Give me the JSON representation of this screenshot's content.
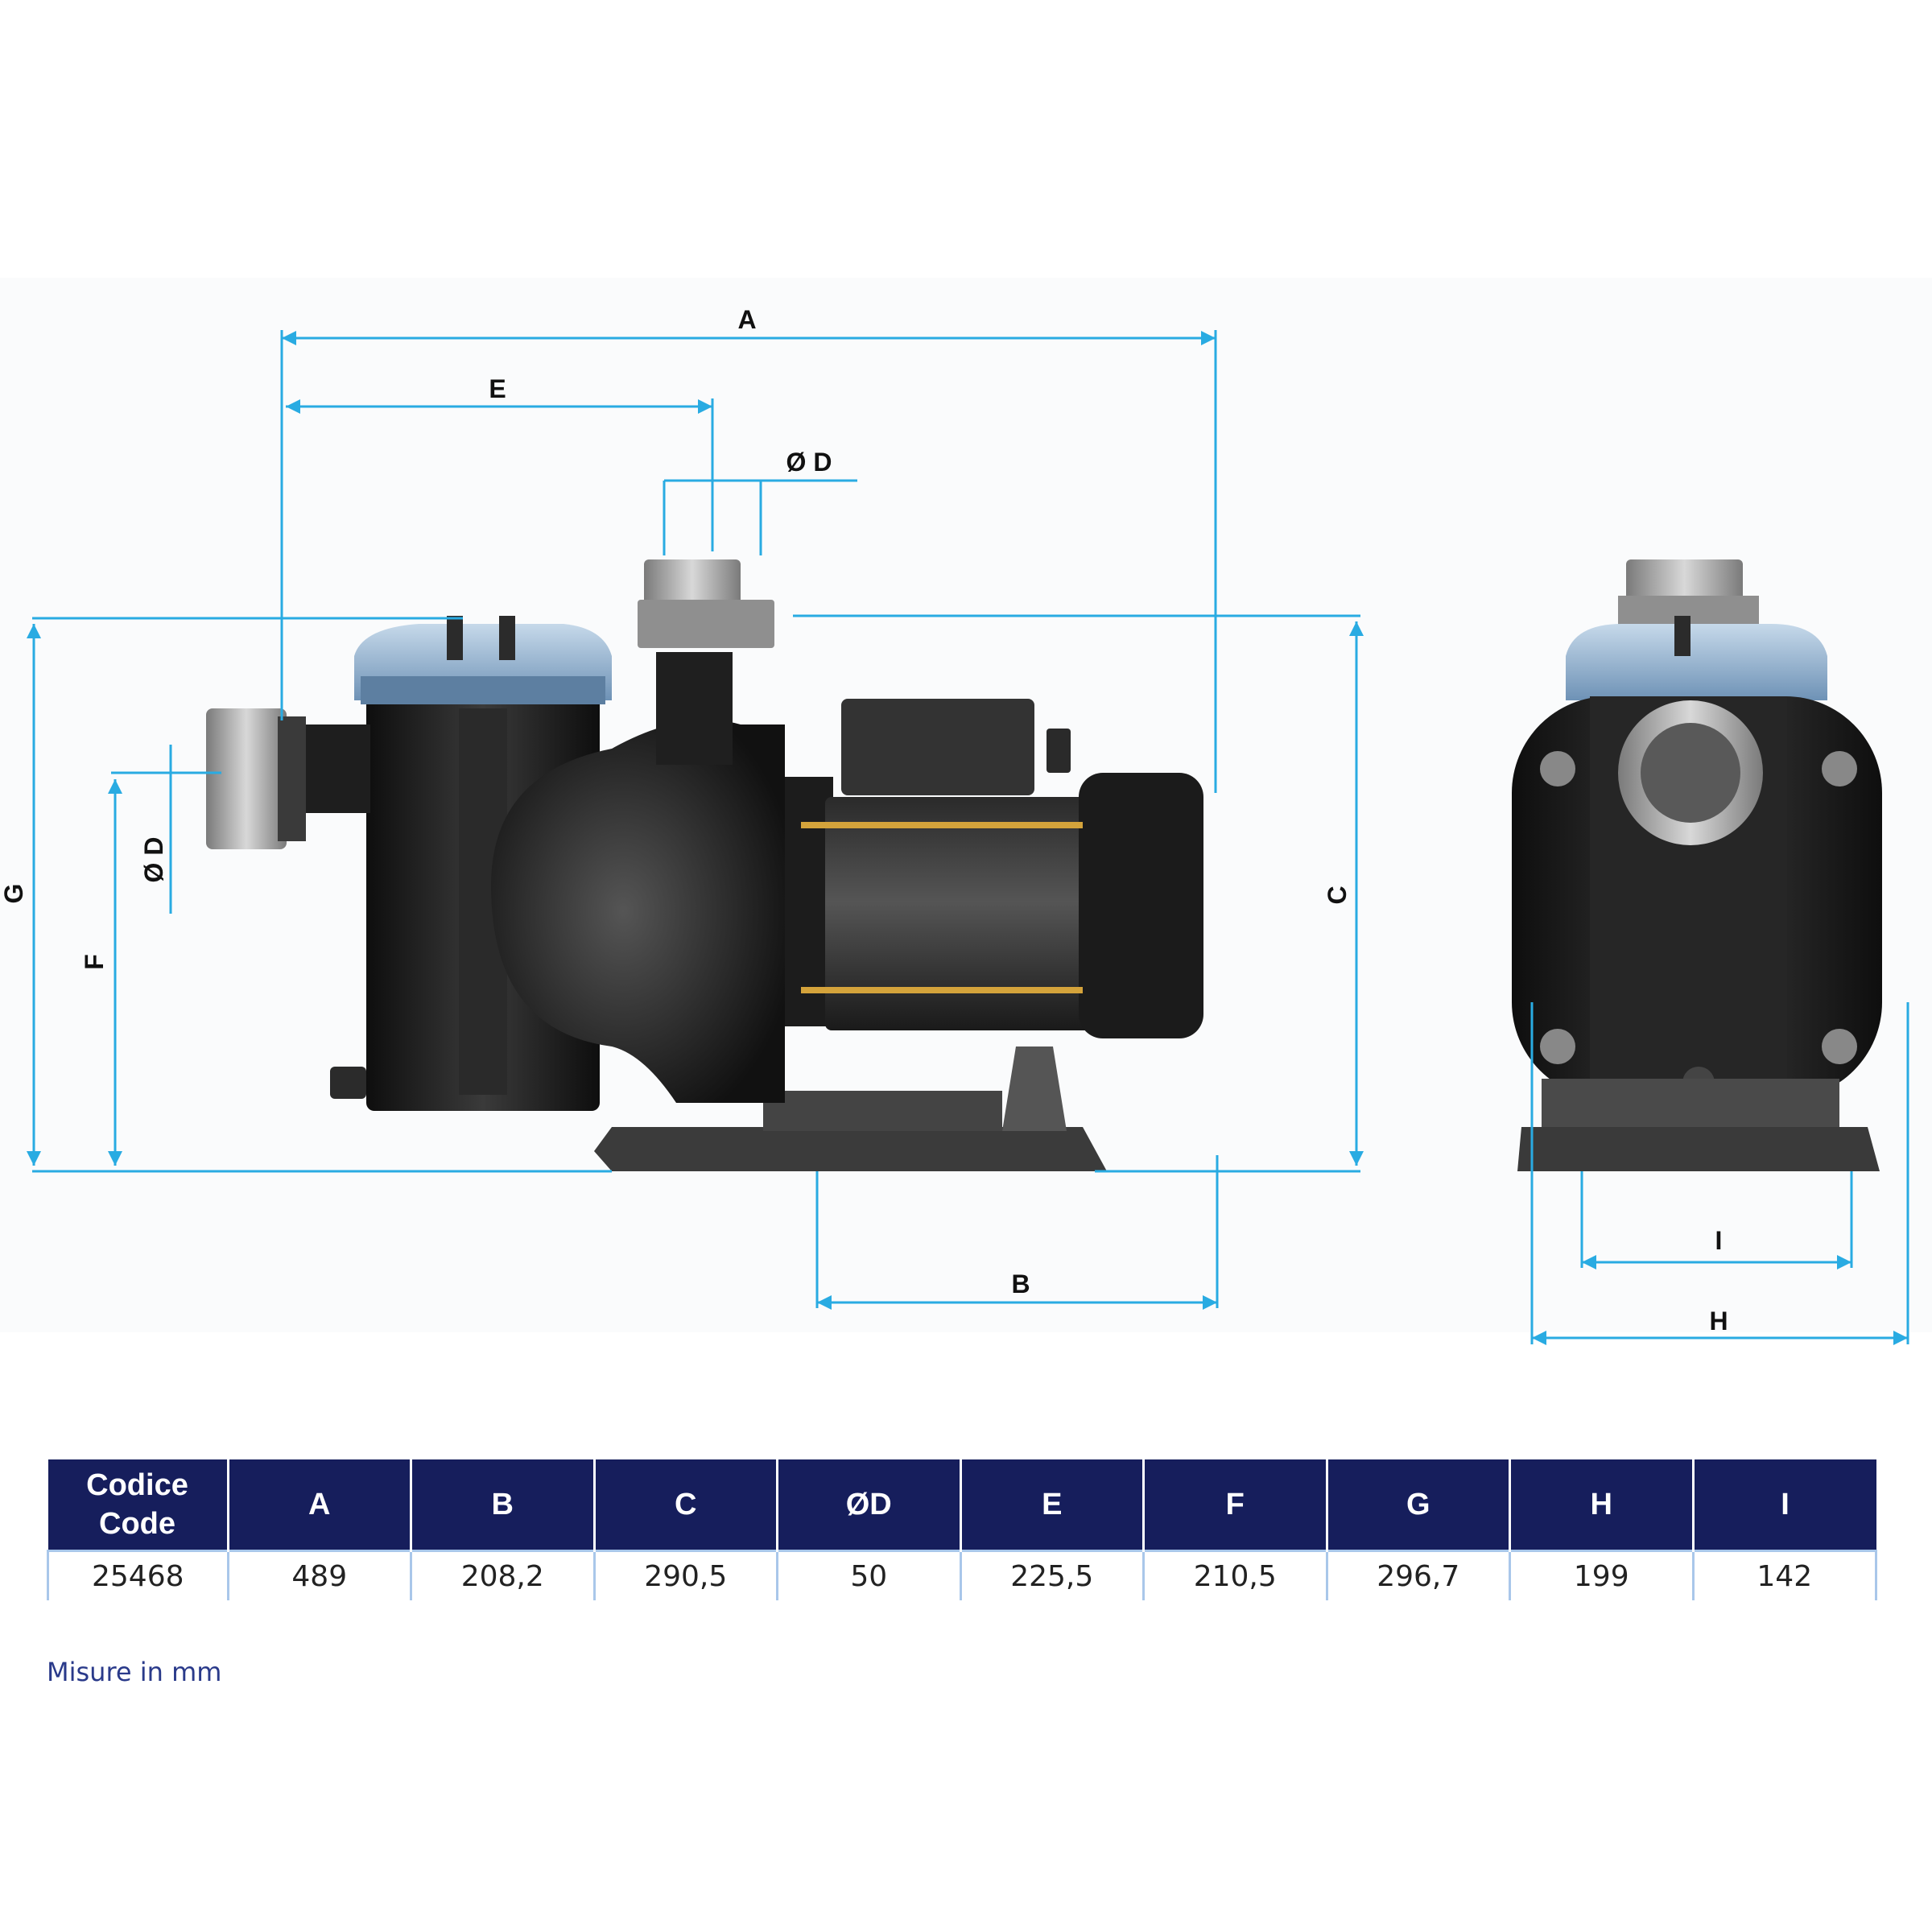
{
  "dimensions": {
    "A": "A",
    "B": "B",
    "C": "C",
    "D_top": "Ø D",
    "D_side": "Ø D",
    "E": "E",
    "F": "F",
    "G": "G",
    "H": "H",
    "I": "I"
  },
  "table": {
    "header_code_line1": "Codice",
    "header_code_line2": "Code",
    "headers": [
      "A",
      "B",
      "C",
      "ØD",
      "E",
      "F",
      "G",
      "H",
      "I"
    ],
    "row": [
      "25468",
      "489",
      "208,2",
      "290,5",
      "50",
      "225,5",
      "210,5",
      "296,7",
      "199",
      "142"
    ]
  },
  "footnote": "Misure in mm",
  "colors": {
    "dimension_line": "#29abe2",
    "header_bg": "#161e5c",
    "table_rule": "#a9c7ea",
    "pump_body": "#1c1c1c",
    "lid": "#7ea3c7",
    "fitting": "#a9a9a9",
    "rod": "#d4a33b"
  }
}
